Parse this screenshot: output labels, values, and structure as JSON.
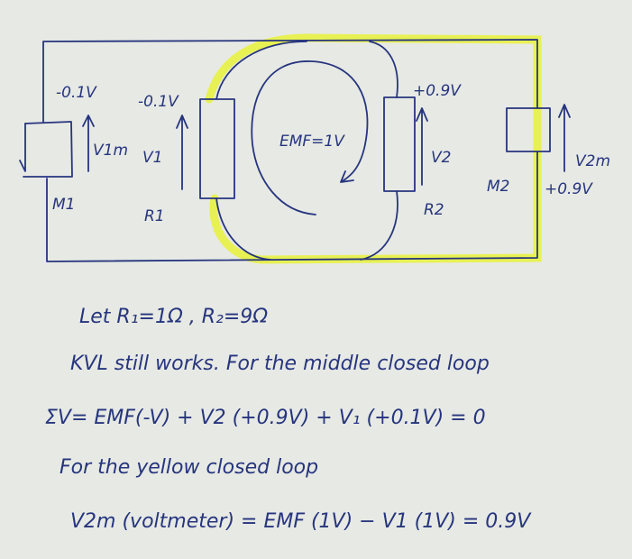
{
  "diagram": {
    "labels": {
      "m1_voltage": "-0.1V",
      "v1m": "V1m",
      "m1": "M1",
      "r1_voltage": "-0.1V",
      "v1": "V1",
      "r1": "R1",
      "emf": "EMF=1V",
      "r2_voltage": "+0.9V",
      "v2": "V2",
      "r2": "R2",
      "m2": "M2",
      "v2m": "V2m",
      "m2_voltage": "+0.9V"
    },
    "colors": {
      "ink": "#26357e",
      "highlight": "#e8f23a",
      "paper": "#e7e9e4"
    }
  },
  "notes": [
    "Let R₁=1Ω , R₂=9Ω",
    "KVL still works. For the middle closed loop",
    "ΣV= EMF(-V) + V2 (+0.9V) + V₁ (+0.1V) = 0",
    "For the yellow closed loop",
    "V2m (voltmeter) = EMF (1V) − V1 (1V) = 0.9V"
  ]
}
